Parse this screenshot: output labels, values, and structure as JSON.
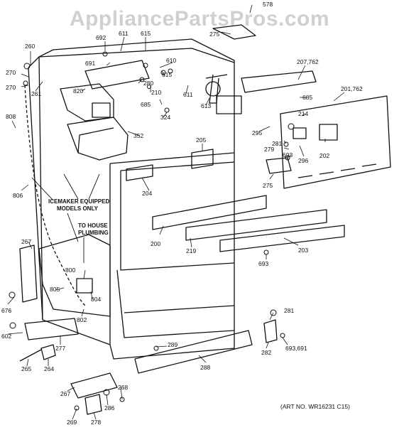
{
  "watermark": "AppliancePartsPros.com",
  "notes": {
    "icemaker_line1": "ICEMAKER EQUIPPED",
    "icemaker_line2": "MODELS ONLY",
    "house_line1": "TO HOUSE",
    "house_line2": "PLUMBING",
    "art_no": "(ART NO. WR16231 C15)"
  },
  "callouts": [
    {
      "id": "c578",
      "text": "578"
    },
    {
      "id": "c275top",
      "text": "275"
    },
    {
      "id": "c260",
      "text": "260"
    },
    {
      "id": "c692",
      "text": "692"
    },
    {
      "id": "c611a",
      "text": "611"
    },
    {
      "id": "c615a",
      "text": "615"
    },
    {
      "id": "c691",
      "text": "691"
    },
    {
      "id": "c610",
      "text": "610"
    },
    {
      "id": "c270a",
      "text": "270"
    },
    {
      "id": "c270b",
      "text": "270"
    },
    {
      "id": "c261",
      "text": "261"
    },
    {
      "id": "c820",
      "text": "820"
    },
    {
      "id": "c280",
      "text": "280"
    },
    {
      "id": "c210",
      "text": "210"
    },
    {
      "id": "c615b",
      "text": "615"
    },
    {
      "id": "c611b",
      "text": "611"
    },
    {
      "id": "c613",
      "text": "613"
    },
    {
      "id": "c207",
      "text": "207,762"
    },
    {
      "id": "c685a",
      "text": "685"
    },
    {
      "id": "c685b",
      "text": "685"
    },
    {
      "id": "c201",
      "text": "201,762"
    },
    {
      "id": "c214",
      "text": "214"
    },
    {
      "id": "c324",
      "text": "324"
    },
    {
      "id": "c808",
      "text": "808"
    },
    {
      "id": "c352",
      "text": "352"
    },
    {
      "id": "c295",
      "text": "295"
    },
    {
      "id": "c281a",
      "text": "281"
    },
    {
      "id": "c202",
      "text": "202"
    },
    {
      "id": "c205",
      "text": "205"
    },
    {
      "id": "c279",
      "text": "279"
    },
    {
      "id": "c693a",
      "text": "693"
    },
    {
      "id": "c296",
      "text": "296"
    },
    {
      "id": "c204",
      "text": "204"
    },
    {
      "id": "c275mid",
      "text": "275"
    },
    {
      "id": "c806",
      "text": "806"
    },
    {
      "id": "c200",
      "text": "200"
    },
    {
      "id": "c219",
      "text": "219"
    },
    {
      "id": "c203",
      "text": "203"
    },
    {
      "id": "c267",
      "text": "267"
    },
    {
      "id": "c800",
      "text": "800"
    },
    {
      "id": "c693b",
      "text": "693"
    },
    {
      "id": "c805",
      "text": "805"
    },
    {
      "id": "c804",
      "text": "804"
    },
    {
      "id": "c676",
      "text": "676"
    },
    {
      "id": "c802",
      "text": "802"
    },
    {
      "id": "c281b",
      "text": "281"
    },
    {
      "id": "c602",
      "text": "602"
    },
    {
      "id": "c277",
      "text": "277"
    },
    {
      "id": "c289",
      "text": "289"
    },
    {
      "id": "c282",
      "text": "282"
    },
    {
      "id": "c693c",
      "text": "693,691"
    },
    {
      "id": "c265",
      "text": "265"
    },
    {
      "id": "c264",
      "text": "264"
    },
    {
      "id": "c288",
      "text": "288"
    },
    {
      "id": "c267b",
      "text": "267"
    },
    {
      "id": "c268",
      "text": "268"
    },
    {
      "id": "c286",
      "text": "286"
    },
    {
      "id": "c269",
      "text": "269"
    },
    {
      "id": "c278",
      "text": "278"
    }
  ]
}
